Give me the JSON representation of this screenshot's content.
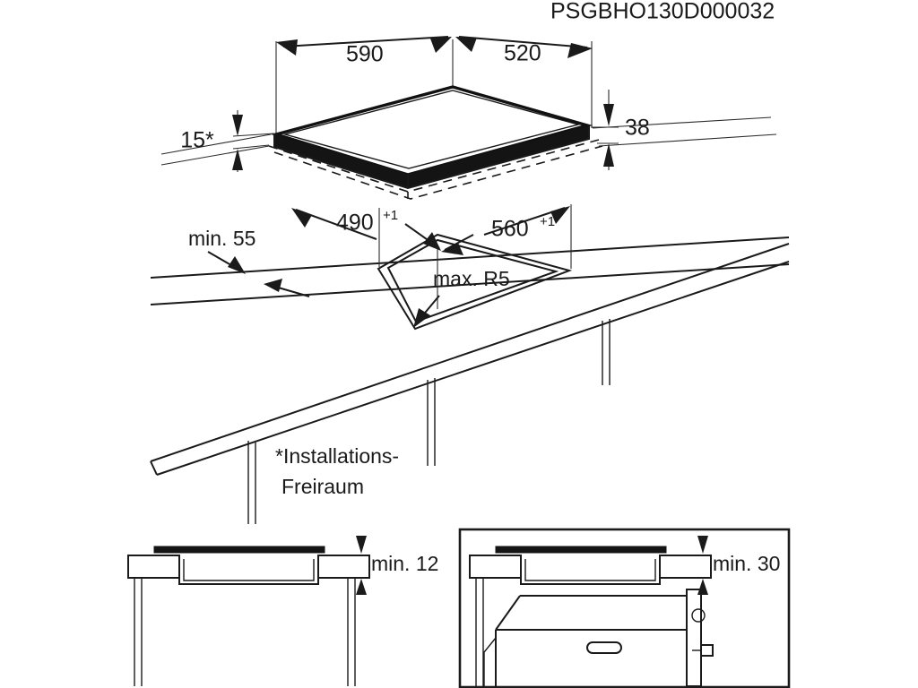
{
  "document": {
    "code": "PSGBHO130D000032",
    "type": "installation-dimension-drawing",
    "subject": "built-in hob / cooktop worktop cut-out"
  },
  "appliance_view": {
    "label": "hob-isometric",
    "dimensions": {
      "width_label": "590",
      "depth_label": "520",
      "body_height_label": "38",
      "clearance_label": "15*"
    }
  },
  "cutout_view": {
    "label": "worktop-cutout-isometric",
    "dimensions": {
      "cutout_depth_label": "490",
      "cutout_depth_tolerance": "+1",
      "cutout_width_label": "560",
      "cutout_width_tolerance": "+1",
      "edge_distance_label": "min. 55",
      "corner_radius_label": "max. R5"
    }
  },
  "footnote": {
    "line1": "*Installations-",
    "line2": "Freiraum"
  },
  "section_left": {
    "label": "cross-section-without-oven",
    "clearance_label": "min. 12"
  },
  "section_right": {
    "label": "cross-section-with-oven",
    "clearance_label": "min. 30"
  },
  "colors": {
    "ink": "#1a1a1a",
    "fill_dark": "#141414",
    "background": "#ffffff"
  }
}
